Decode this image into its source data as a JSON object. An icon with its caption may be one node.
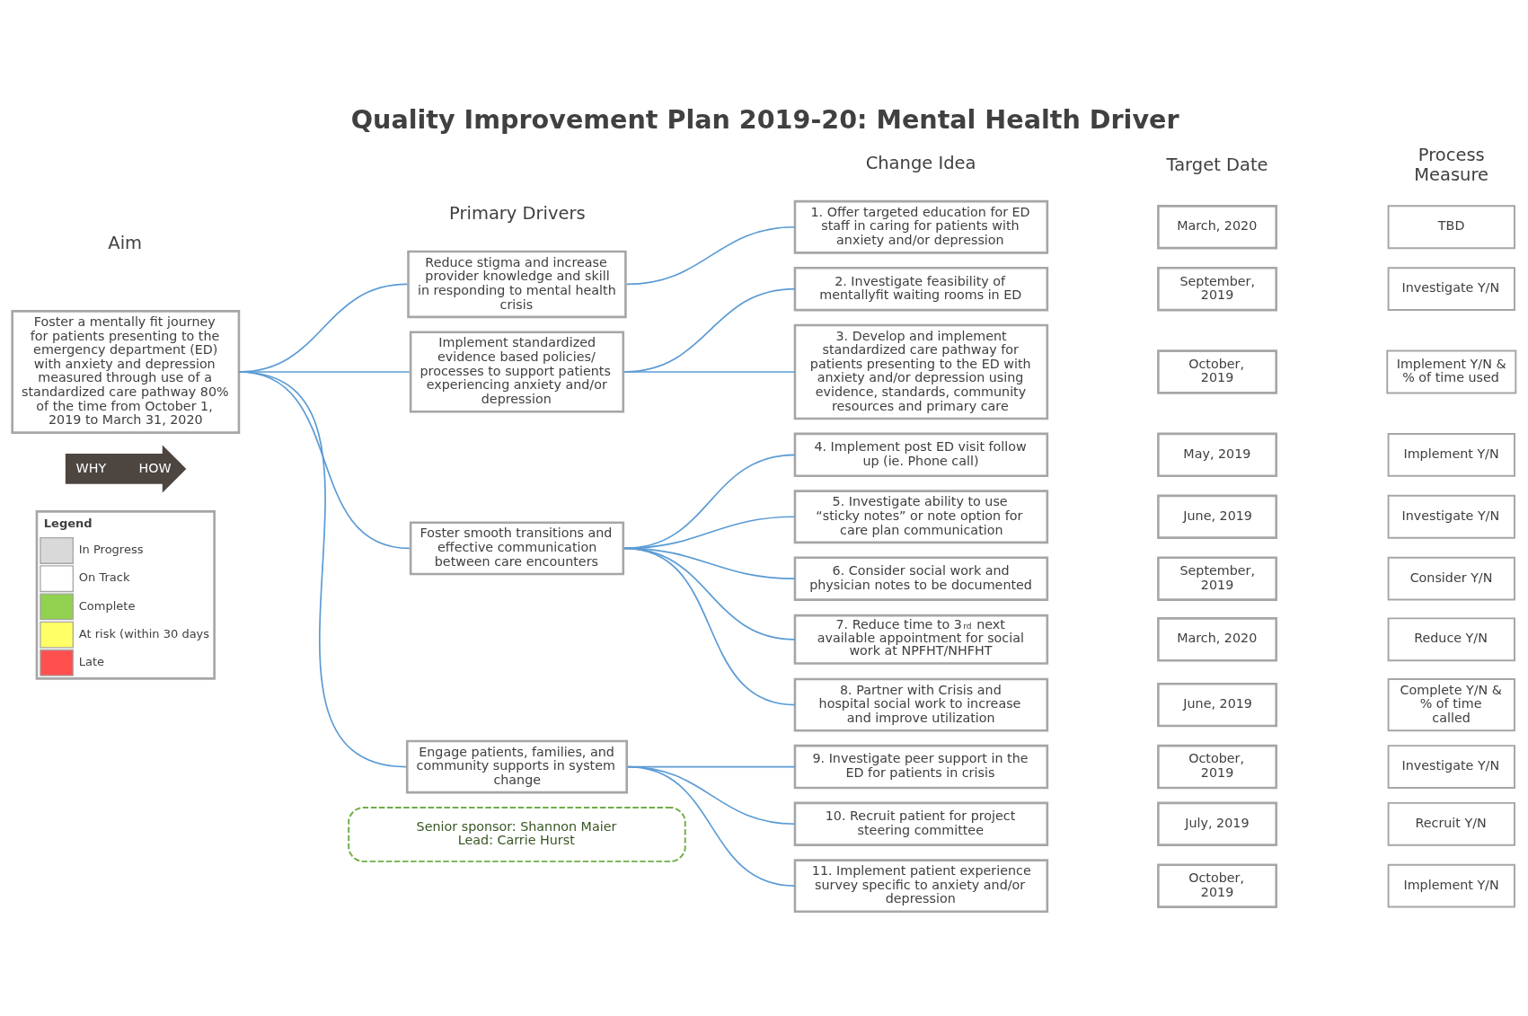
{
  "diagram": {
    "title": "Quality Improvement Plan 2019-20: Mental Health Driver",
    "nodes": [
      {
        "text": [
          "Foster a mentally fit journey for patients presenting to the emergency department (ED)  with anxiety and depression measured through use of a standardized care pathway 80% of the time from October 1, 2019 to March 31, 2020"
        ]
      },
      {
        "text": [
          "Reduce stigma and increase provider knowledge and skill in responding to mental health crisis"
        ]
      },
      {
        "text": [
          "Implement standardized evidence based policies/ processes to support patients experiencing anxiety and/or depression"
        ]
      },
      {
        "text": [
          "Foster smooth transitions and effective communication between care encounters"
        ]
      },
      {
        "text": [
          "Engage patients, families, and community supports in system change"
        ]
      },
      {
        "text": [
          "1. Offer targeted education for ED staff in caring for patients with anxiety and/or depression"
        ]
      },
      {
        "text": [
          "2. Investigate feasibility of mentallyfit waiting rooms in ED"
        ]
      },
      {
        "text": [
          "3. Develop and implement standardized care pathway for patients presenting to the ED with anxiety and/or depression using evidence, standards, community resources and primary care"
        ]
      },
      {
        "text": [
          "4. Implement post ED visit follow up (ie. Phone call)"
        ]
      },
      {
        "text": [
          "5. Investigate ability to use “sticky notes” or note option for care plan communication"
        ]
      },
      {
        "text": [
          "6. Consider social work and physician notes to be documented"
        ]
      },
      {
        "text": [
          "7. Reduce time to 3$^{rd}$ next available appointment for social work at NPFHT/NHFHT"
        ]
      },
      {
        "text": [
          "8. Partner with Crisis and hospital social work to increase  and improve utilization"
        ]
      },
      {
        "text": [
          "9. Investigate peer support in the ED for patients in crisis"
        ]
      },
      {
        "text": [
          "10. Recruit patient for project steering committee"
        ]
      },
      {
        "text": [
          "11. Implement patient experience survey specific to anxiety and/or depression"
        ]
      },
      {
        "text": [
          "March, 2020"
        ]
      },
      {
        "text": [
          "September, 2019"
        ]
      },
      {
        "text": [
          "October, 2019"
        ]
      },
      {
        "text": [
          "May, 2019"
        ]
      },
      {
        "text": [
          "June, 2019"
        ]
      },
      {
        "text": [
          "September, 2019"
        ]
      },
      {
        "text": [
          "March, 2020"
        ]
      },
      {
        "text": [
          "June, 2019"
        ]
      },
      {
        "text": [
          "October, 2019"
        ]
      },
      {
        "text": [
          "July, 2019"
        ]
      },
      {
        "text": [
          "October, 2019"
        ]
      },
      {
        "text": [
          "TBD"
        ]
      },
      {
        "text": [
          "Investigate Y/N"
        ]
      },
      {
        "text": [
          "Implement Y/N & % of time used"
        ]
      },
      {
        "text": [
          "Implement Y/N"
        ]
      },
      {
        "text": [
          "Investigate Y/N"
        ]
      },
      {
        "text": [
          "Consider Y/N"
        ]
      },
      {
        "text": [
          "Reduce Y/N"
        ]
      },
      {
        "text": [
          "Complete Y/N & % of time called"
        ]
      },
      {
        "text": [
          "Investigate Y/N"
        ]
      },
      {
        "text": [
          "Recruit Y/N"
        ]
      },
      {
        "text": [
          "Implement Y/N"
        ]
      },
      {
        "text": [
          "Senior sponsor: Shannon Maier",
          "Lead: Carrie Hurst"
        ]
      }
    ],
    "edges": [
      {
        "from": 0,
        "to": 1,
        "arrow": "none"
      },
      {
        "from": 0,
        "to": 2,
        "arrow": "none"
      },
      {
        "from": 0,
        "to": 3,
        "arrow": "none"
      },
      {
        "from": 0,
        "to": 4,
        "arrow": "none"
      },
      {
        "from": 1,
        "to": 5,
        "arrow": "none"
      },
      {
        "from": 2,
        "to": 6,
        "arrow": "none"
      },
      {
        "from": 2,
        "to": 7,
        "arrow": "none"
      },
      {
        "from": 3,
        "to": 8,
        "arrow": "none"
      },
      {
        "from": 3,
        "to": 9,
        "arrow": "none"
      },
      {
        "from": 3,
        "to": 10,
        "arrow": "none"
      },
      {
        "from": 3,
        "to": 11,
        "arrow": "none"
      },
      {
        "from": 3,
        "to": 12,
        "arrow": "none"
      },
      {
        "from": 4,
        "to": 13,
        "arrow": "none"
      },
      {
        "from": 4,
        "to": 14,
        "arrow": "none"
      },
      {
        "from": 4,
        "to": 15,
        "arrow": "none"
      }
    ],
    "labels": [
      "Aim",
      "Primary Drivers",
      "Change Idea",
      "Target Date",
      "Process Measure",
      "WHY",
      "HOW",
      "Legend"
    ],
    "legend": [
      {
        "text": "In Progress",
        "color": "#d9d9d9"
      },
      {
        "text": "On Track",
        "color": "#ffffff"
      },
      {
        "text": "Complete",
        "color": "#92d050"
      },
      {
        "text": "At risk (within 30 days",
        "color": "#ffff66"
      },
      {
        "text": "Late",
        "color": "#ff5050"
      }
    ]
  }
}
